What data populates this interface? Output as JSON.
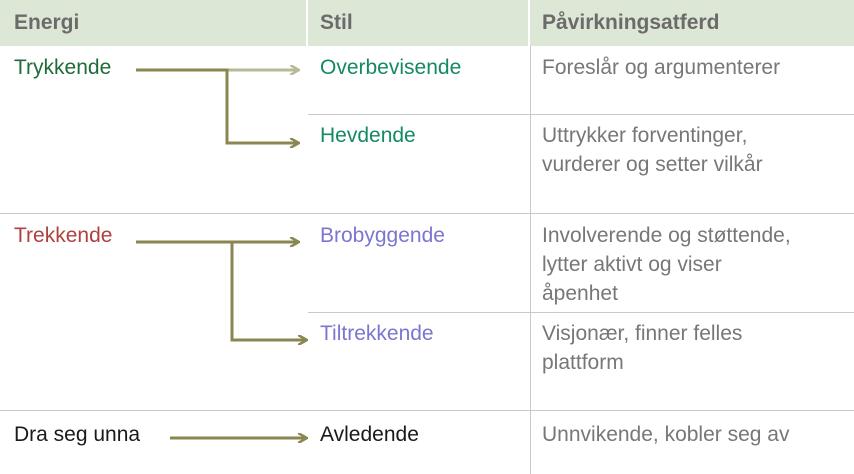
{
  "headers": {
    "energy": "Energi",
    "style": "Stil",
    "behavior": "Påvirkningsatferd"
  },
  "rows": [
    {
      "energy": "Trykkende",
      "styles": [
        {
          "label": "Overbevisende",
          "behavior": [
            "Foreslår og argumenterer"
          ]
        },
        {
          "label": "Hevdende",
          "behavior": [
            "Uttrykker forventinger,",
            "vurderer og setter vilkår"
          ]
        }
      ]
    },
    {
      "energy": "Trekkende",
      "styles": [
        {
          "label": "Brobyggende",
          "behavior": [
            "Involverende og støttende,",
            "lytter aktivt og viser",
            "åpenhet"
          ]
        },
        {
          "label": "Tiltrekkende",
          "behavior": [
            "Visjonær, finner felles",
            "plattform"
          ]
        }
      ]
    },
    {
      "energy": "Dra seg unna",
      "styles": [
        {
          "label": "Avledende",
          "behavior": [
            "Unnvikende, kobler seg av"
          ]
        }
      ]
    }
  ],
  "colors": {
    "header_bg": "#dde7d6",
    "arrow": "#8a8650",
    "arrow_faded": "#b9b89a",
    "trykkende": "#1f6b3a",
    "trekkende": "#b0403f",
    "style_green": "#138a63",
    "style_purple": "#7b76cf"
  }
}
